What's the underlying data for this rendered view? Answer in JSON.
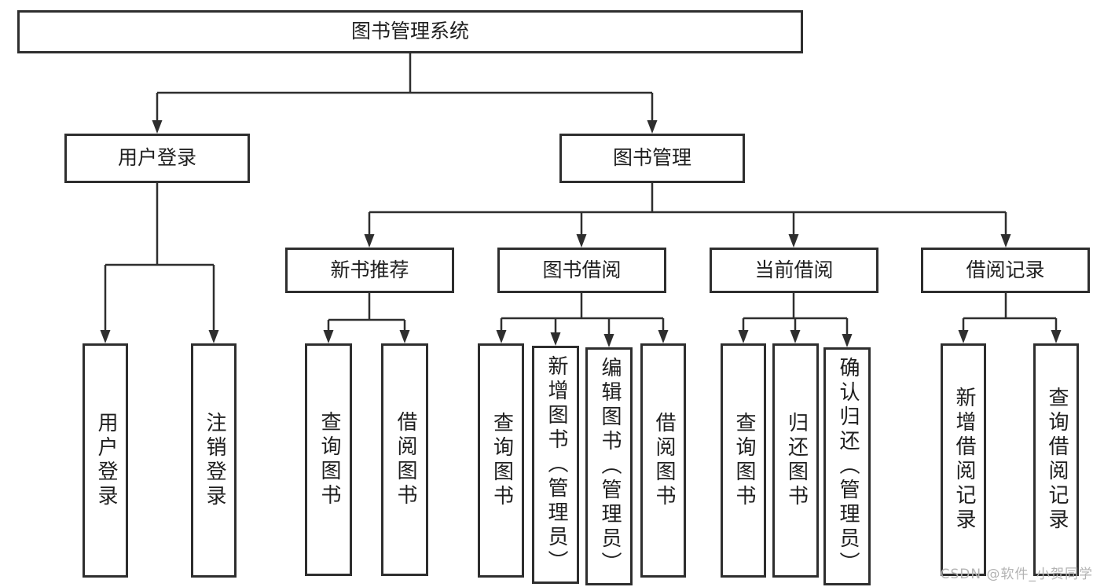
{
  "tree": {
    "label": "图书管理系统",
    "children": [
      {
        "label": "用户登录",
        "children": [
          {
            "label": "用户登录"
          },
          {
            "label": "注销登录"
          }
        ]
      },
      {
        "label": "图书管理",
        "children": [
          {
            "label": "新书推荐",
            "children": [
              {
                "label": "查询图书"
              },
              {
                "label": "借阅图书"
              }
            ]
          },
          {
            "label": "图书借阅",
            "children": [
              {
                "label": "查询图书"
              },
              {
                "label": "新增图书（管理员）"
              },
              {
                "label": "编辑图书（管理员）"
              },
              {
                "label": "借阅图书"
              }
            ]
          },
          {
            "label": "当前借阅",
            "children": [
              {
                "label": "查询图书"
              },
              {
                "label": "归还图书"
              },
              {
                "label": "确认归还（管理员）"
              }
            ]
          },
          {
            "label": "借阅记录",
            "children": [
              {
                "label": "新增借阅记录"
              },
              {
                "label": "查询借阅记录"
              }
            ]
          }
        ]
      }
    ]
  },
  "watermark": "CSDN @软件_小贺同学",
  "colors": {
    "line": "#2e2e2e",
    "box_border": "#2e2e2e",
    "text": "#1f1f1f",
    "watermark": "#b3b3b3",
    "background": "#ffffff"
  }
}
